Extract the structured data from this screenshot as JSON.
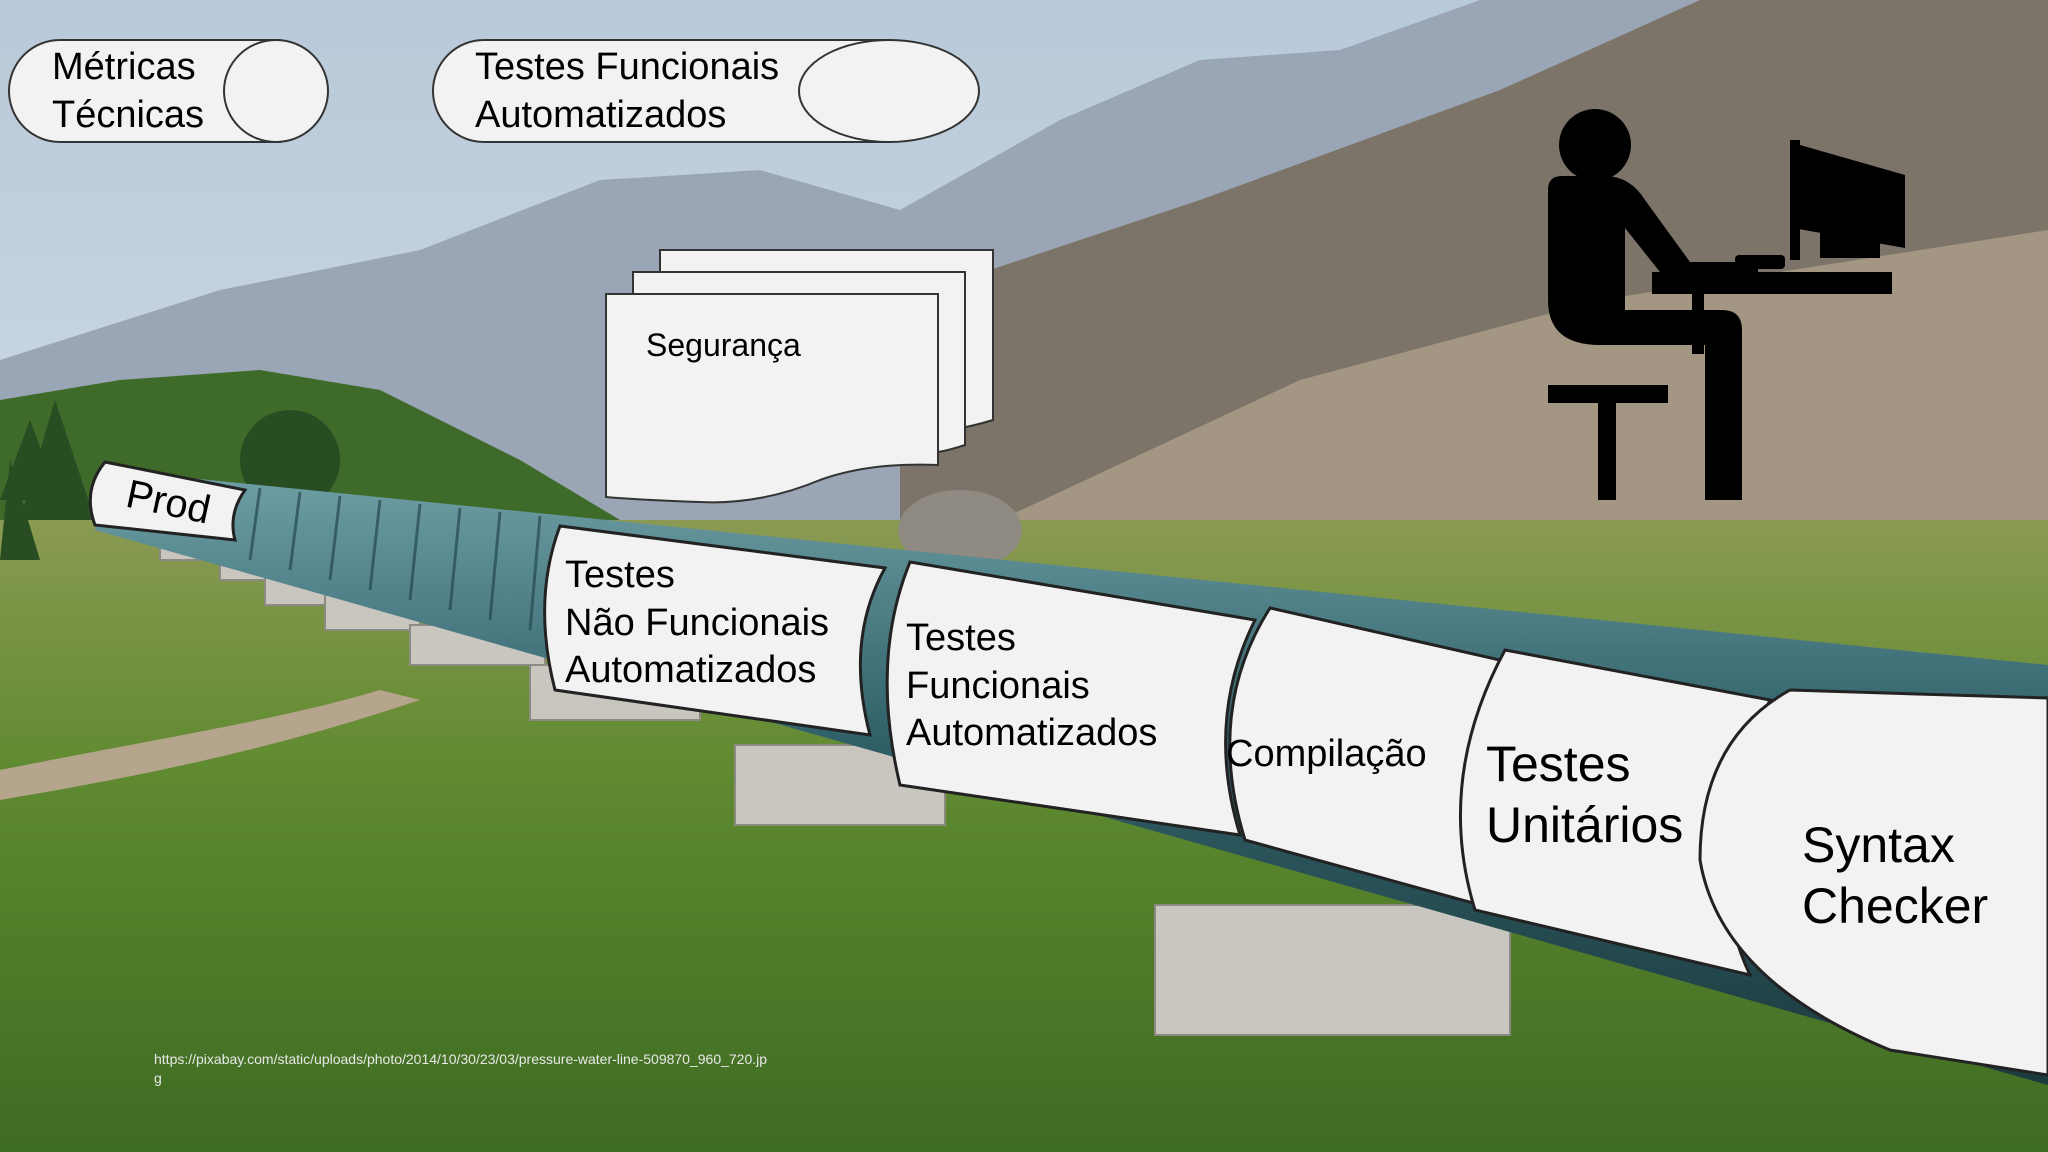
{
  "top_labels": {
    "metricas": "Métricas\nTécnicas",
    "testes_funcionais": "Testes Funcionais\nAutomatizados"
  },
  "document_label": "Segurança",
  "pipeline_stages": [
    {
      "label": "Prod"
    },
    {
      "label": "Testes\nNão Funcionais\nAutomatizados"
    },
    {
      "label": "Testes\nFuncionais\nAutomatizados"
    },
    {
      "label": "Compilação"
    },
    {
      "label": "Testes\nUnitários"
    },
    {
      "label": "Syntax\nChecker"
    }
  ],
  "developer_icon": "person-at-computer-icon",
  "image_credit": "https://pixabay.com/static/uploads/photo/2014/10/30/23/03/pressure-water-line-509870_960_720.jpg",
  "colors": {
    "label_fill": "#f2f2f2",
    "pipe": "#3c6e73",
    "grass": "#5a8a2e",
    "sky": "#c9d6e2"
  }
}
